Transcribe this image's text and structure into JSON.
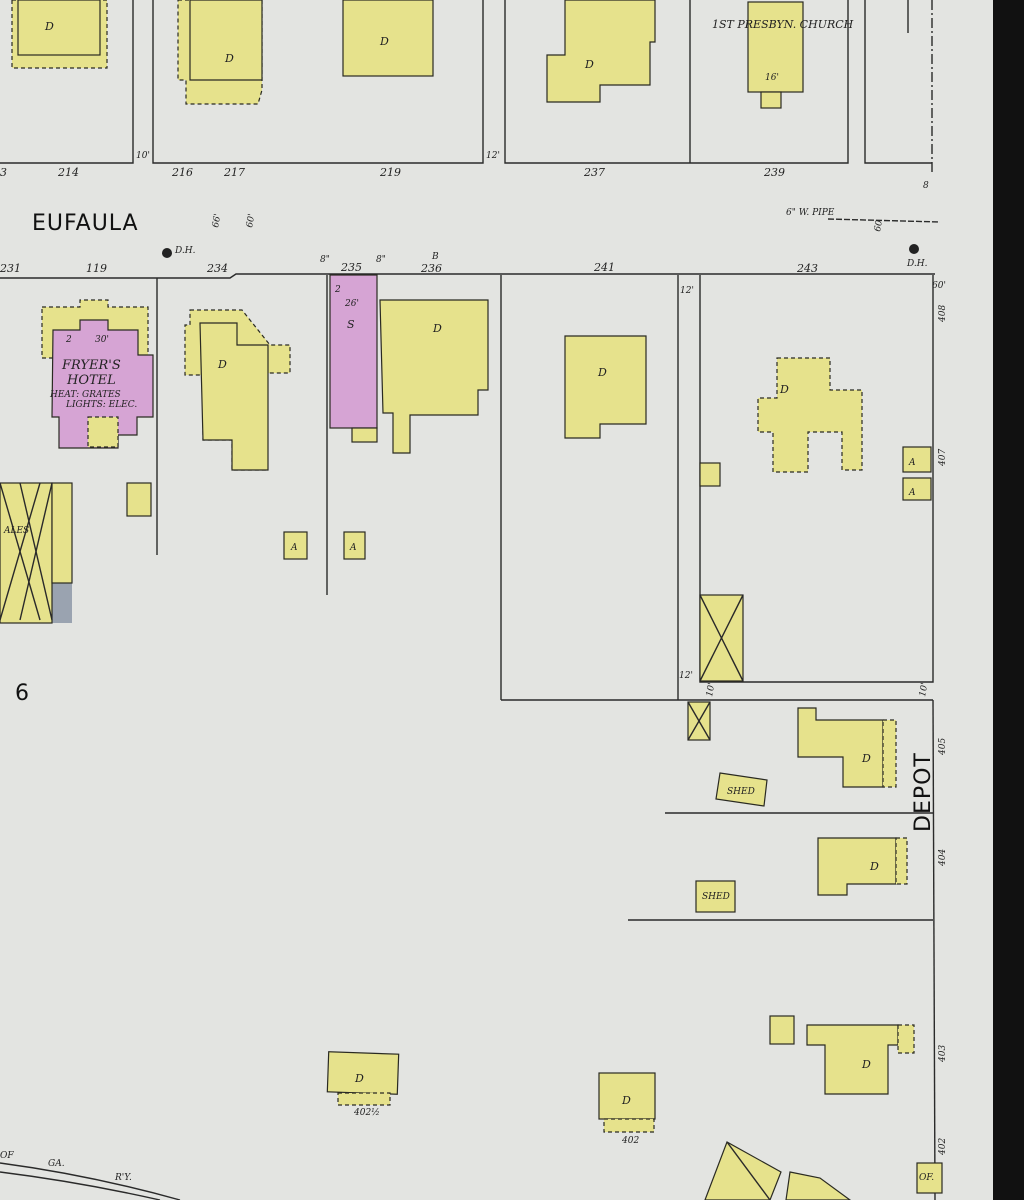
{
  "map": {
    "streets": {
      "horizontal": "EUFAULA",
      "vertical": "DEPOT"
    },
    "block_number": "6",
    "railway": [
      "OF",
      "GA.",
      "R'Y."
    ],
    "water_pipe": "6\" W. PIPE",
    "hydrant_label": "D.H.",
    "colors": {
      "paper": "#e3e4e1",
      "frame_dwelling": "#e6e28c",
      "brick": "#d6a4d4",
      "border": "#111111"
    },
    "addresses_top": [
      "214",
      "216",
      "217",
      "219",
      "237",
      "239",
      "3"
    ],
    "addresses_mid": [
      "231",
      "119",
      "234",
      "235",
      "236",
      "241",
      "243"
    ],
    "addresses_depot": [
      "408",
      "407",
      "405",
      "404",
      "403",
      "402"
    ],
    "addresses_bottom": [
      "402½",
      "402"
    ],
    "dimensions": [
      "10'",
      "12'",
      "66'",
      "60'",
      "8",
      "8\"",
      "8\"",
      "B",
      "60'",
      "12'",
      "12'",
      "10'",
      "10'",
      "60"
    ],
    "hotel": {
      "name1": "FRYER'S",
      "name2": "HOTEL",
      "info1": "HEAT: GRATES",
      "info2": "LIGHTS: ELEC.",
      "height": "30'",
      "stories": "2"
    },
    "church": {
      "label": "1ST PRESBYN. CHURCH",
      "height": "16'"
    },
    "store": {
      "code": "S",
      "height": "26'",
      "stories": "2"
    },
    "building_codes": {
      "dwelling": "D",
      "auto": "A",
      "shed": "SHED",
      "sales": "ALES",
      "office": "OF."
    }
  }
}
